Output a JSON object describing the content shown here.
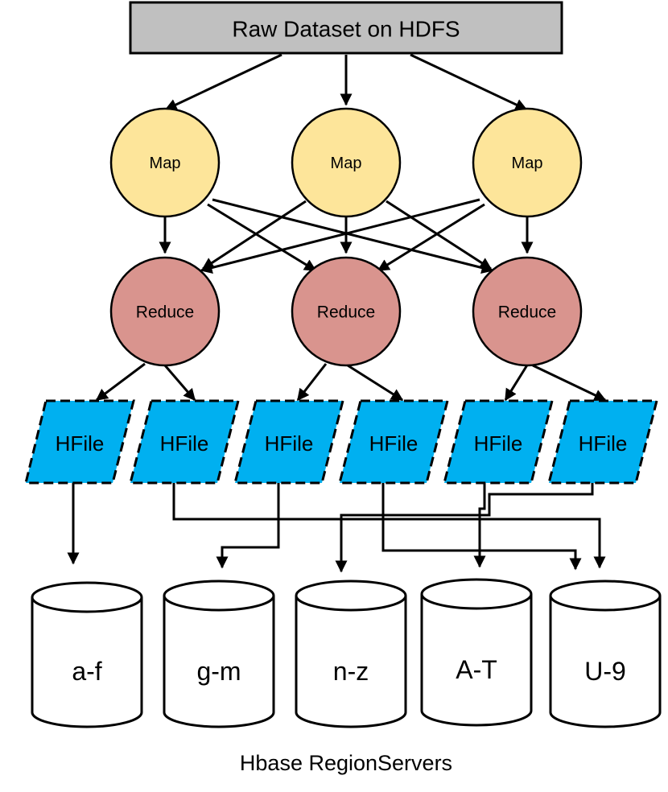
{
  "source": {
    "label": "Raw Dataset on HDFS"
  },
  "map_nodes": [
    {
      "label": "Map"
    },
    {
      "label": "Map"
    },
    {
      "label": "Map"
    }
  ],
  "reduce_nodes": [
    {
      "label": "Reduce"
    },
    {
      "label": "Reduce"
    },
    {
      "label": "Reduce"
    }
  ],
  "hfiles": [
    {
      "label": "HFile"
    },
    {
      "label": "HFile"
    },
    {
      "label": "HFile"
    },
    {
      "label": "HFile"
    },
    {
      "label": "HFile"
    },
    {
      "label": "HFile"
    }
  ],
  "region_servers": [
    {
      "label": "a-f"
    },
    {
      "label": "g-m"
    },
    {
      "label": "n-z"
    },
    {
      "label": "A-T"
    },
    {
      "label": "U-9"
    }
  ],
  "caption": "Hbase RegionServers",
  "colors": {
    "source_fill": "#c0c0c0",
    "map_fill": "#fde59a",
    "reduce_fill": "#d9948e",
    "hfile_fill": "#00b0f0",
    "cylinder_fill": "#ffffff"
  }
}
